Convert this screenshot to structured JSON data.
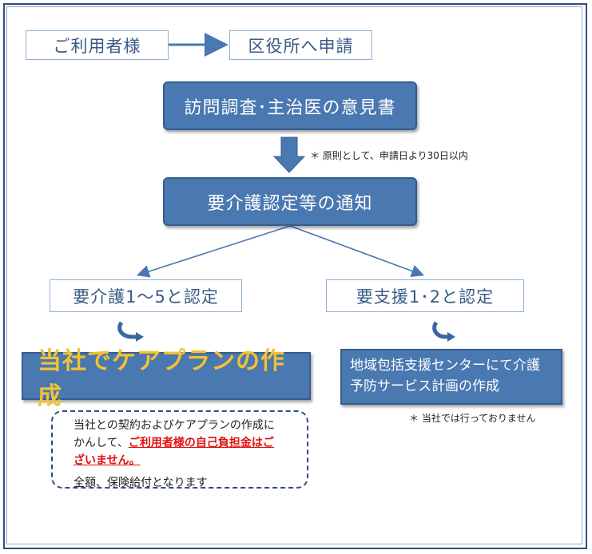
{
  "steps": {
    "user": "ご利用者様",
    "apply": "区役所へ申請",
    "survey": "訪問調査･主治医の意見書",
    "note_30days": "＊ 原則として、申請日より30日以内",
    "notice": "要介護認定等の通知",
    "care_level": "要介護1～5と認定",
    "support_level": "要支援1･2と認定",
    "care_plan": "当社でケアプランの作成",
    "center_line1": "地域包括支援センターにて介護",
    "center_line2": "予防サービス計画の作成",
    "note_not_done": "＊ 当社では行っておりません"
  },
  "callout": {
    "line1": "当社との契約およびケアプランの作成に",
    "line2_prefix": "かんして、",
    "line2_red": "ご利用者様の自己負担金はご",
    "line3_red": "ざいません。",
    "line4": "全額、保険給付となります"
  },
  "colors": {
    "box_fill": "#4a78b0",
    "box_border": "#365d8f",
    "light_border": "#8fb0d4",
    "highlight_text": "#f2c231",
    "warning_text": "#e01010"
  }
}
